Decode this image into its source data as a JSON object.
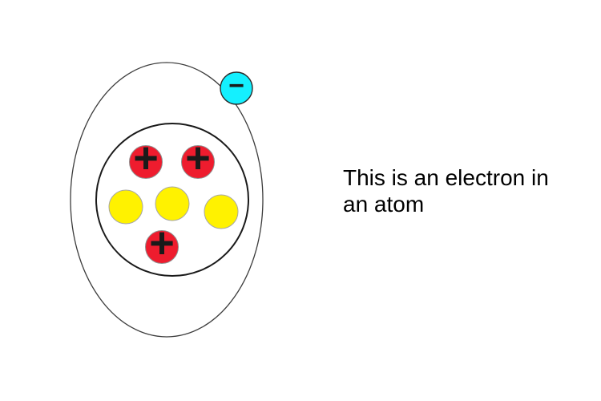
{
  "page": {
    "background_color": "#ffffff"
  },
  "caption": {
    "full_text": "This is an electron in an atom",
    "lines": [
      "This is an electron in",
      "an atom"
    ],
    "color": "#000000"
  },
  "diagram": {
    "title": "atom-with-electron",
    "proton_symbol": "+",
    "electron_symbol": "−",
    "counts": {
      "protons": 3,
      "neutrons": 3,
      "electrons": 1
    },
    "colors": {
      "proton_fill": "#ee1c2e",
      "neutron_fill": "#fff200",
      "electron_fill": "#14f0ff",
      "symbol_color": "#1a1a1a",
      "orbit_stroke": "#3c3c3c",
      "nucleus_stroke": "#1a1a1a"
    }
  }
}
